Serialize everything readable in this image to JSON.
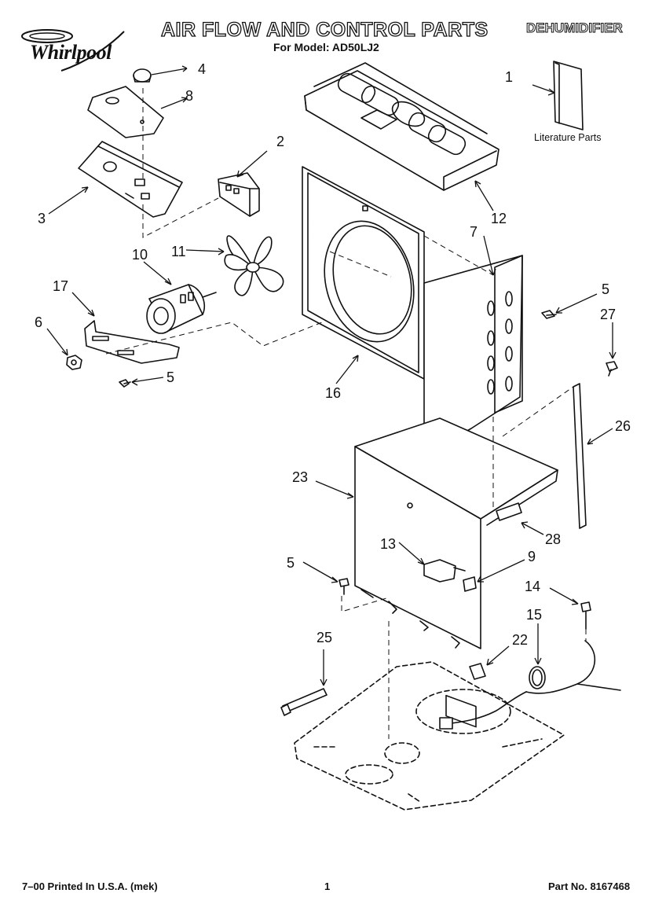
{
  "header": {
    "brand": "Whirlpool",
    "title": "AIR FLOW AND CONTROL PARTS",
    "subtitle": "For Model: AD50LJ2",
    "product": "DEHUMIDIFIER"
  },
  "literature_label": "Literature Parts",
  "callouts": {
    "c1": "1",
    "c2": "2",
    "c3": "3",
    "c4": "4",
    "c5a": "5",
    "c5b": "5",
    "c5c": "5",
    "c6": "6",
    "c7": "7",
    "c8": "8",
    "c9": "9",
    "c10": "10",
    "c11": "11",
    "c12": "12",
    "c13": "13",
    "c14": "14",
    "c15": "15",
    "c16": "16",
    "c17": "17",
    "c22": "22",
    "c23": "23",
    "c25": "25",
    "c26": "26",
    "c27": "27",
    "c28": "28"
  },
  "footer": {
    "left": "7–00 Printed In U.S.A. (mek)",
    "center": "1",
    "right": "Part No. 8167468"
  },
  "colors": {
    "ink": "#111111",
    "paper": "#ffffff"
  }
}
